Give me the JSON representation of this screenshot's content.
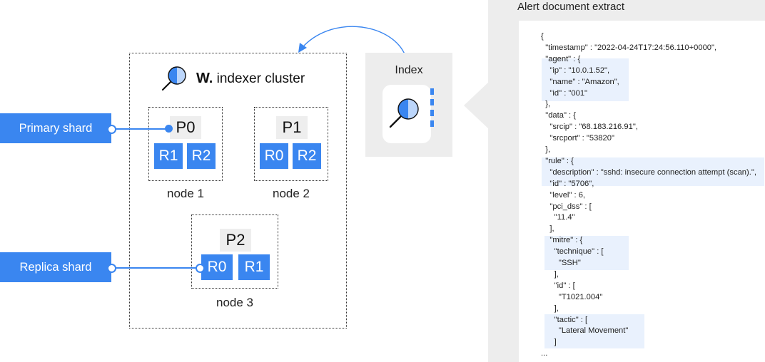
{
  "cluster": {
    "brand": "W.",
    "title": "indexer cluster",
    "nodes": [
      {
        "name": "node 1",
        "primary": "P0",
        "replicas": [
          "R1",
          "R2"
        ]
      },
      {
        "name": "node 2",
        "primary": "P1",
        "replicas": [
          "R0",
          "R2"
        ]
      },
      {
        "name": "node 3",
        "primary": "P2",
        "replicas": [
          "R0",
          "R1"
        ]
      }
    ]
  },
  "labels": {
    "primary_shard": "Primary shard",
    "replica_shard": "Replica shard",
    "index": "Index"
  },
  "document": {
    "title": "Alert document extract",
    "lines": [
      "{",
      "  \"timestamp\" : \"2022-04-24T17:24:56.110+0000\",",
      "  \"agent\" : {",
      "    \"ip\" : \"10.0.1.52\",",
      "    \"name\" : \"Amazon\",",
      "    \"id\" : \"001\"",
      "  },",
      "  \"data\" : {",
      "    \"srcip\" : \"68.183.216.91\",",
      "    \"srcport\" : \"53820\"",
      "  },",
      "  \"rule\" : {",
      "    \"description\" : \"sshd: insecure connection attempt (scan).\",",
      "    \"id\" : \"5706\",",
      "    \"level\" : 6,",
      "    \"pci_dss\" : [",
      "      \"11.4\"",
      "    ],",
      "    \"mitre\" : {",
      "      \"technique\" : [",
      "        \"SSH\"",
      "      ],",
      "      \"id\" : [",
      "        \"T1021.004\"",
      "      ],",
      "      \"tactic\" : [",
      "        \"Lateral Movement\"",
      "      ]",
      "..."
    ]
  },
  "colors": {
    "accent": "#3a86f0",
    "panel": "#ededed",
    "highlight": "#e9f1fd"
  }
}
